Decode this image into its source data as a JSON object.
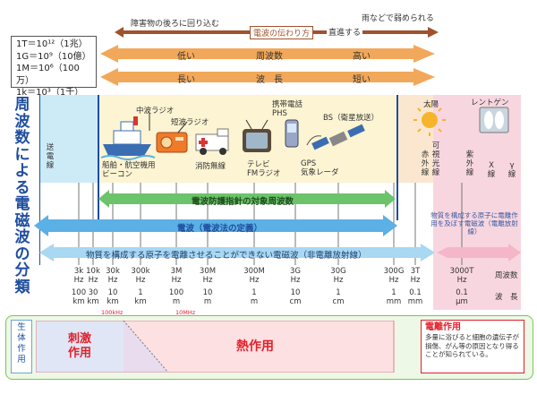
{
  "title": "周波数による電磁波の分類",
  "unit_box": [
    "1T＝10¹²（1兆）",
    "1G＝10⁹（10億）",
    "1M＝10⁶（100万）",
    "1k＝10³（1千）"
  ],
  "top_arrows": {
    "obstacle": "障害物の後ろに回り込む",
    "propagation": "電波の伝わり方",
    "straight": "直進する",
    "rain": "雨などで弱められる",
    "freq_low": "低い",
    "freq_label": "周波数",
    "freq_high": "高い",
    "wave_long": "長い",
    "wave_label": "波　長",
    "wave_short": "短い"
  },
  "regions": {
    "low_freq": "送電線",
    "examples": [
      {
        "label": "中波ラジオ",
        "icon": "radio-tower-icon"
      },
      {
        "label": "短波ラジオ",
        "icon": "radio-icon"
      },
      {
        "label": "船舶・航空機用\nビーコン",
        "icon": "ship-icon"
      },
      {
        "label": "消防無線",
        "icon": "ambulance-icon"
      },
      {
        "label": "テレビ\nFMラジオ",
        "icon": "tv-icon"
      },
      {
        "label": "携帯電話\nPHS",
        "icon": "phone-icon"
      },
      {
        "label": "BS（衛星放送）",
        "icon": "satellite-icon"
      },
      {
        "label": "GPS\n気象レーダ",
        "icon": "radar-icon"
      }
    ],
    "right": {
      "sun": "太陽",
      "xray": "レントゲン",
      "infrared": "赤外線",
      "visible": "可視光線",
      "uv": "紫外線",
      "x": "X線",
      "gamma": "γ線"
    }
  },
  "bands": {
    "protection": "電波防護指針の対象周波数",
    "radio_law": "電波（電波法の定義）",
    "non_ionizing": "物質を構成する原子を電離させることができない電磁波（非電離放射線）",
    "ionizing": "物質を構成する原子に電離作用を及ぼす電磁波（電離放射線）"
  },
  "axis": {
    "freq_row_label": "周波数",
    "wave_row_label": "波　長",
    "ticks": [
      {
        "f": "3k\nHz",
        "w": "100\nkm"
      },
      {
        "f": "10k\nHz",
        "w": "30\nkm"
      },
      {
        "f": "30k\nHz",
        "w": "10\nkm"
      },
      {
        "f": "300k\nHz",
        "w": "1\nkm"
      },
      {
        "f": "3M\nHz",
        "w": "100\nm"
      },
      {
        "f": "30M\nHz",
        "w": "10\nm"
      },
      {
        "f": "300M\nHz",
        "w": "1\nm"
      },
      {
        "f": "3G\nHz",
        "w": "10\ncm"
      },
      {
        "f": "30G\nHz",
        "w": "1\ncm"
      },
      {
        "f": "300G\nHz",
        "w": "1\nmm"
      },
      {
        "f": "3T\nHz",
        "w": "0.1\nmm"
      },
      {
        "f": "3000T\nHz",
        "w": "0.1\nμm"
      }
    ]
  },
  "effects": {
    "side_label": "生体作用",
    "marker_100k": "100kHz",
    "marker_10m": "10MHz",
    "stimulation": "刺激\n作用",
    "thermal": "熱作用",
    "ionization_title": "電離作用",
    "ionization_text": "多量に浴びると細胞の遺伝子が損傷、がん等の原因となり得ることが知られている。"
  },
  "colors": {
    "title": "#1f4e9e",
    "arrow_brown": "#a0522d",
    "arrow_orange": "#f2a85a",
    "band_blue": "#5bb0e6",
    "band_green": "#6cc36a",
    "pink_region": "#f8d6e0",
    "red_text": "#e0202a"
  }
}
